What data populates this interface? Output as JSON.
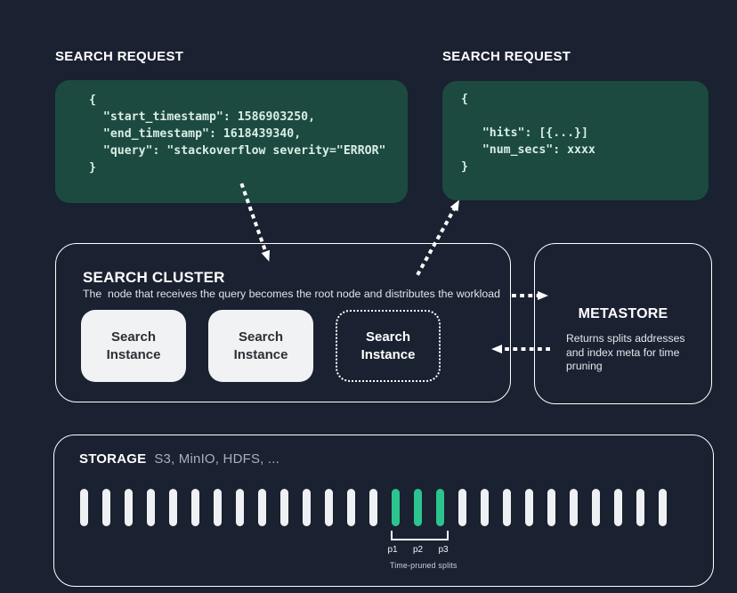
{
  "colors": {
    "background": "#1a2130",
    "code_block_bg": "#1c4a40",
    "code_text": "#d9eee5",
    "accent_green": "#2cc48e",
    "box_border": "#ffffff",
    "instance_bg": "#f1f2f4",
    "instance_text": "#2c2f35",
    "muted_text": "#a9b0bb"
  },
  "request_left": {
    "title": "SEARCH REQUEST",
    "code": "{\n  \"start_timestamp\": 1586903250,\n  \"end_timestamp\": 1618439340,\n  \"query\": \"stackoverflow severity=\"ERROR\"\n}"
  },
  "request_right": {
    "title": "SEARCH REQUEST",
    "code": "{\n\n   \"hits\": [{...}]\n   \"num_secs\": xxxx\n}"
  },
  "cluster": {
    "title": "SEARCH CLUSTER",
    "subtitle": "The  node that receives the query becomes the root node and distributes the workload",
    "instances": [
      {
        "label": "Search\nInstance",
        "style": "solid"
      },
      {
        "label": "Search\nInstance",
        "style": "solid"
      },
      {
        "label": "Search\nInstance",
        "style": "dashed"
      }
    ]
  },
  "metastore": {
    "title": "METASTORE",
    "description": "Returns splits addresses and index meta for time pruning"
  },
  "storage": {
    "title": "STORAGE",
    "subtitle": "S3, MinIO, HDFS, ...",
    "splits": {
      "total": 27,
      "green_indices": [
        14,
        15,
        16
      ],
      "labels": [
        "p1",
        "p2",
        "p3"
      ],
      "caption": "Time-pruned splits"
    }
  }
}
